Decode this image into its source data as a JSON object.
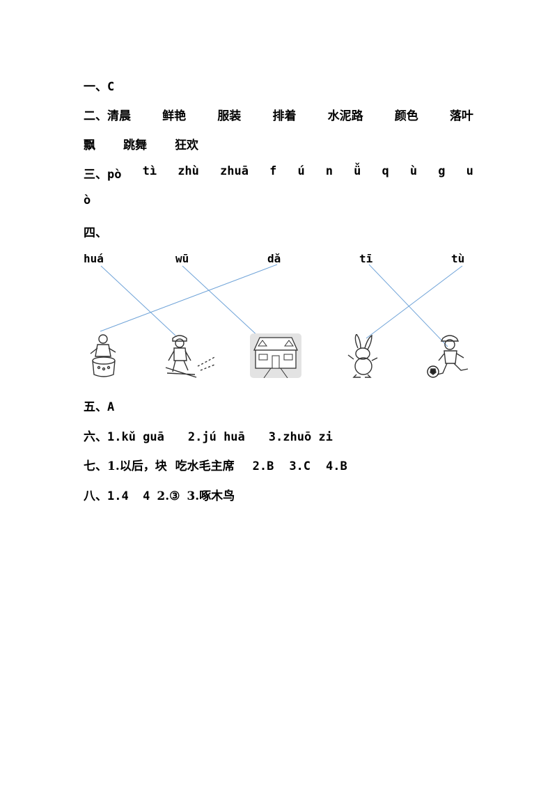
{
  "q1": {
    "label": "一、",
    "answer": "C"
  },
  "q2": {
    "label": "二、",
    "row1": [
      "清晨",
      "鲜艳",
      "服装",
      "排着",
      "水泥路",
      "颜色",
      "落叶"
    ],
    "row2": [
      "飘",
      "跳舞",
      "狂欢"
    ]
  },
  "q3": {
    "label": "三、",
    "row1": [
      "pò",
      "tì",
      "zhù",
      "zhuā",
      "f",
      "ú",
      "n",
      "ǚ",
      "q",
      "ù",
      "g",
      "u"
    ],
    "row2": [
      "ò"
    ]
  },
  "q4": {
    "label": "四、",
    "pinyin": [
      "huá",
      "wū",
      "dǎ",
      "tī",
      "tù"
    ],
    "pictures": [
      "drum-player-picture",
      "skier-picture",
      "house-picture",
      "rabbit-picture",
      "soccer-boy-picture"
    ],
    "line_color": "#6fa3d8"
  },
  "q5": {
    "label": "五、",
    "answer": "A"
  },
  "q6": {
    "label": "六、",
    "items": [
      "1.kǔ guā",
      "2.jú huā",
      "3.zhuō zi"
    ]
  },
  "q7": {
    "label": "七、",
    "items": [
      "1.以后，块  吃水毛主席",
      "2.B",
      "3.C",
      "4.B"
    ]
  },
  "q8": {
    "label": "八、",
    "items": [
      "1.4  4",
      "2.③",
      "3.啄木鸟"
    ]
  }
}
